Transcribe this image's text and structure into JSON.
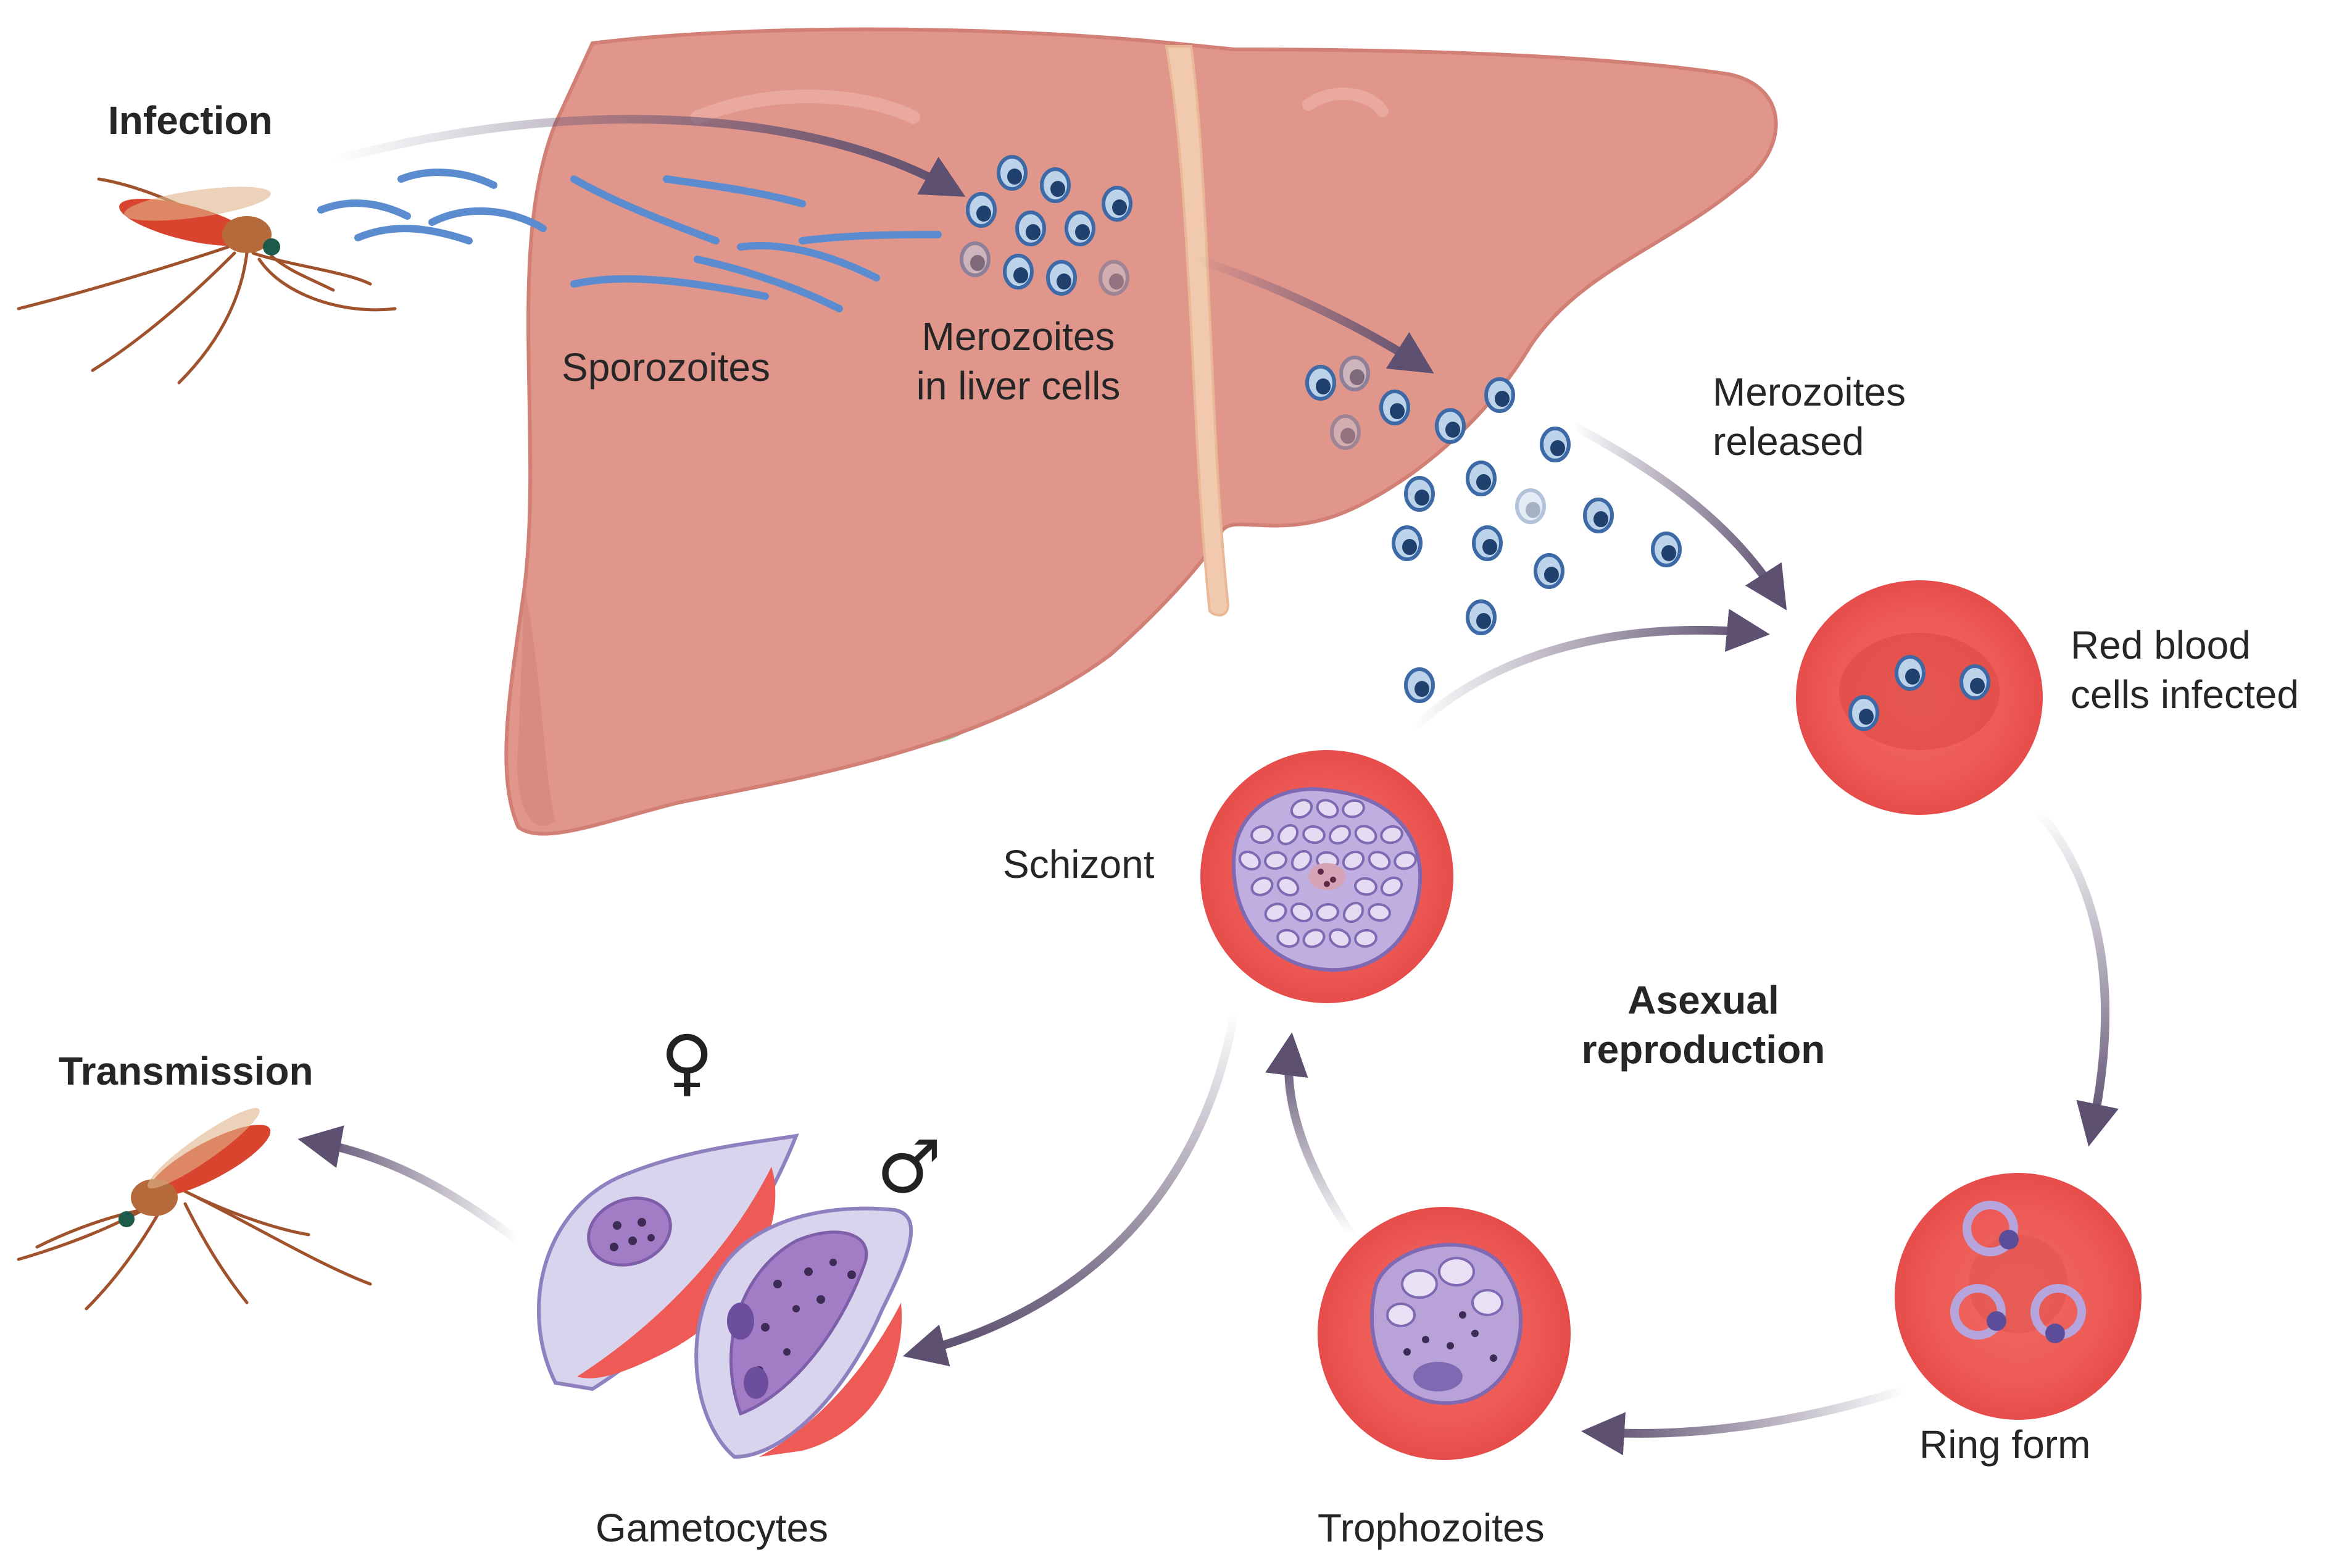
{
  "labels": {
    "infection": "Infection",
    "sporozoites": "Sporozoites",
    "merozoites_liver_line1": "Merozoites",
    "merozoites_liver_line2": "in liver cells",
    "merozoites_released_line1": "Merozoites",
    "merozoites_released_line2": "released",
    "rbc_infected_line1": "Red blood",
    "rbc_infected_line2": "cells infected",
    "schizont": "Schizont",
    "asexual_line1": "Asexual",
    "asexual_line2": "reproduction",
    "ring_form": "Ring form",
    "trophozoites": "Trophozoites",
    "gametocytes": "Gametocytes",
    "transmission": "Transmission",
    "female_symbol": "♀",
    "male_symbol": "♂"
  },
  "colors": {
    "liver": "#e1968c",
    "liver_shade": "#d6837a",
    "ligament": "#f1c9ae",
    "gallbladder": "#8fcf9c",
    "rbc": "#ee5a56",
    "rbc_light": "#f38074",
    "merozoite": "#3d6aa6",
    "parasite_purple": "#b9a2d8",
    "arrow": "#5e5070",
    "mosquito_body": "#d9442f"
  }
}
